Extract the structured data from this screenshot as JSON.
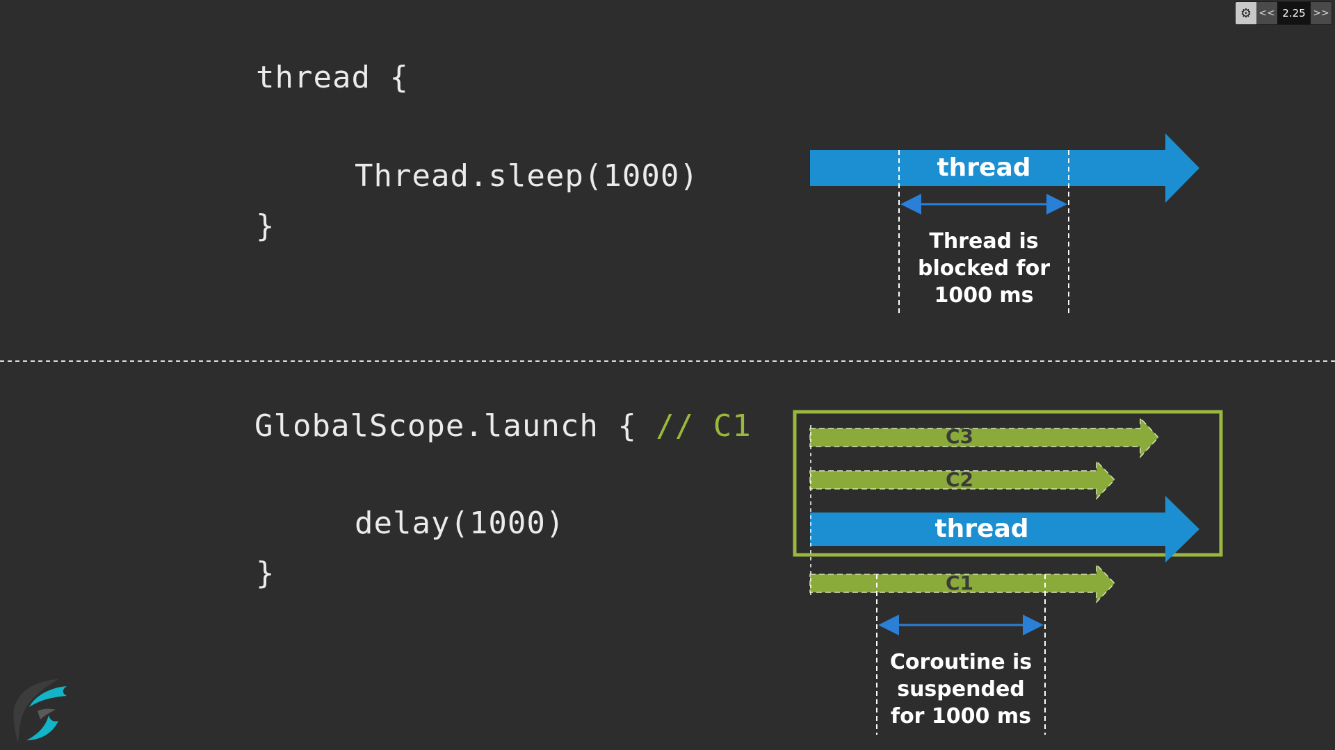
{
  "player": {
    "speed_value": "2.25",
    "prev_label": "<<",
    "next_label": ">>",
    "settings_icon": "gear-icon"
  },
  "top_section": {
    "code_line_1": "thread {",
    "code_line_2": "Thread.sleep(1000)",
    "code_line_3": "}",
    "thread_bar_label": "thread",
    "thread_bar_color": "#1b8fd1",
    "caption": "Thread is blocked for 1000 ms",
    "caption_lines": [
      "Thread is",
      "blocked for",
      "1000 ms"
    ]
  },
  "bottom_section": {
    "code_line_1_main": "GlobalScope.launch { ",
    "code_line_1_comment": "// C1",
    "code_line_2": "delay(1000)",
    "code_line_3": "}",
    "coroutine_color": "#8aab3a",
    "box_color": "#9ab83e",
    "bars": {
      "c3": "C3",
      "c2": "C2",
      "thread": "thread",
      "c1": "C1"
    },
    "caption_lines": [
      "Coroutine is",
      "suspended",
      "for 1000 ms"
    ]
  },
  "logo": {
    "icon": "brand-logo-icon"
  }
}
